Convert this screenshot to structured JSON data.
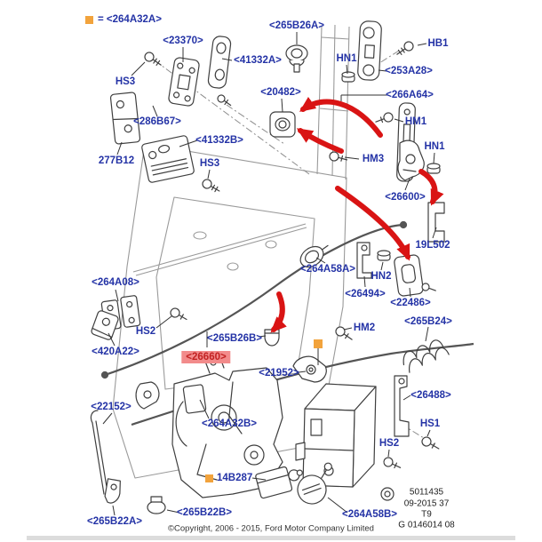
{
  "diagram": {
    "legend": {
      "marker_color": "#F2A33C",
      "text": "= <264A32A>"
    },
    "label_color": "#2433A6",
    "arrow_color": "#D91414",
    "highlight": {
      "text": "<26660>",
      "bg_color": "#F28B8B",
      "text_color": "#C22222"
    },
    "labels": [
      {
        "id": "hs3-top-left",
        "text": "HS3"
      },
      {
        "id": "23370",
        "text": "<23370>"
      },
      {
        "id": "41332a",
        "text": "<41332A>"
      },
      {
        "id": "265b26a",
        "text": "<265B26A>"
      },
      {
        "id": "286b67",
        "text": "<286B67>"
      },
      {
        "id": "277b12",
        "text": "277B12"
      },
      {
        "id": "41332b",
        "text": "<41332B>"
      },
      {
        "id": "hs3-mid",
        "text": "HS3"
      },
      {
        "id": "20482",
        "text": "<20482>"
      },
      {
        "id": "hn1-top",
        "text": "HN1"
      },
      {
        "id": "253a28",
        "text": "<253A28>"
      },
      {
        "id": "hb1",
        "text": "HB1"
      },
      {
        "id": "266a64",
        "text": "<266A64>"
      },
      {
        "id": "hm1",
        "text": "HM1"
      },
      {
        "id": "hm3",
        "text": "HM3"
      },
      {
        "id": "hn1-right",
        "text": "HN1"
      },
      {
        "id": "26600",
        "text": "<26600>"
      },
      {
        "id": "19l502",
        "text": "19L502"
      },
      {
        "id": "264a08",
        "text": "<264A08>"
      },
      {
        "id": "hs2-left",
        "text": "HS2"
      },
      {
        "id": "420a22",
        "text": "<420A22>"
      },
      {
        "id": "265b26b",
        "text": "<265B26B>"
      },
      {
        "id": "hm2",
        "text": "HM2"
      },
      {
        "id": "264a58a",
        "text": "<264A58A>"
      },
      {
        "id": "hn2",
        "text": "HN2"
      },
      {
        "id": "26494",
        "text": "<26494>"
      },
      {
        "id": "22486",
        "text": "<22486>"
      },
      {
        "id": "265b24",
        "text": "<265B24>"
      },
      {
        "id": "21952",
        "text": "<21952>"
      },
      {
        "id": "22152",
        "text": "<22152>"
      },
      {
        "id": "264a32b",
        "text": "<264A32B>"
      },
      {
        "id": "26488",
        "text": "<26488>"
      },
      {
        "id": "hs1",
        "text": "HS1"
      },
      {
        "id": "hs2-right",
        "text": "HS2"
      },
      {
        "id": "14b287",
        "text": "14B287"
      },
      {
        "id": "265b22a",
        "text": "<265B22A>"
      },
      {
        "id": "265b22b",
        "text": "<265B22B>"
      },
      {
        "id": "264a58b",
        "text": "<264A58B>"
      }
    ],
    "plate_lines": [
      "5011435",
      "09-2015 37",
      "T9",
      "G 0146014 08"
    ],
    "copyright": "©Copyright, 2006 - 2015, Ford Motor Company Limited"
  }
}
